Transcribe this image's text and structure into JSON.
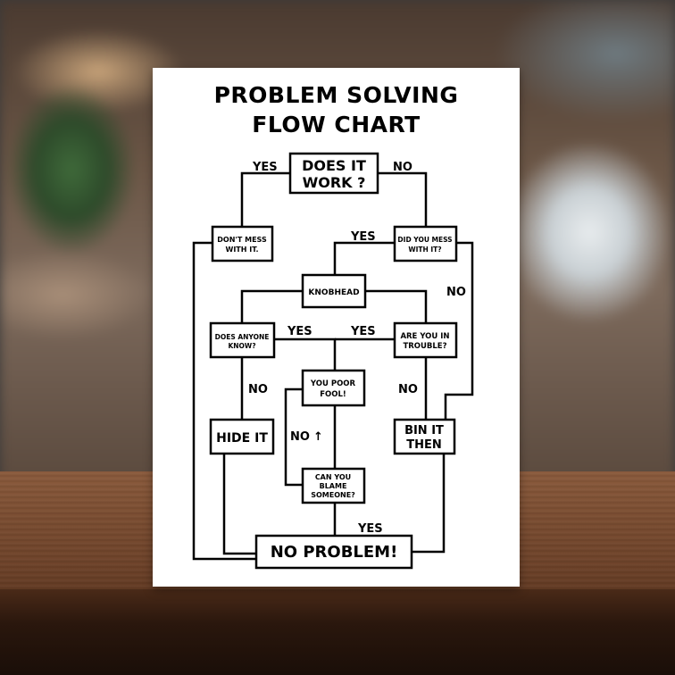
{
  "poster": {
    "title_line1": "PROBLEM SOLVING",
    "title_line2": "FLOW CHART"
  },
  "nodes": {
    "does_it_work": [
      "DOES IT",
      "WORK ?"
    ],
    "dont_mess": [
      "DON'T MESS",
      "WITH IT."
    ],
    "did_you_mess": [
      "DID YOU MESS",
      "WITH IT?"
    ],
    "knobhead": [
      "KNOBHEAD"
    ],
    "does_anyone_know": [
      "DOES ANYONE",
      "KNOW?"
    ],
    "are_you_in_trouble": [
      "ARE YOU IN",
      "TROUBLE?"
    ],
    "you_poor_fool": [
      "YOU POOR",
      "FOOL!"
    ],
    "hide_it": [
      "HIDE IT"
    ],
    "bin_it_then": [
      "BIN IT",
      "THEN"
    ],
    "can_you_blame": [
      "CAN YOU",
      "BLAME",
      "SOMEONE?"
    ],
    "no_problem": [
      "NO PROBLEM!"
    ]
  },
  "edge_labels": {
    "work_yes": "YES",
    "work_no": "NO",
    "mess_yes": "YES",
    "mess_no": "NO",
    "anyone_yes": "YES",
    "trouble_yes": "YES",
    "anyone_no": "NO",
    "trouble_no": "NO",
    "blame_no": "NO",
    "blame_no_arrow": "↑",
    "blame_yes": "YES"
  }
}
